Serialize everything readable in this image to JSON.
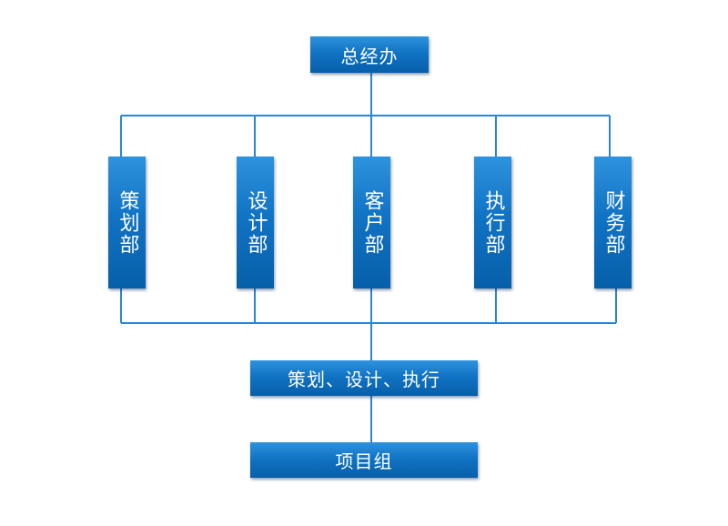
{
  "chart": {
    "top": "总经办",
    "departments": [
      "策划部",
      "设计部",
      "客户部",
      "执行部",
      "财务部"
    ],
    "combined": "策划、设计、执行",
    "bottom": "项目组"
  },
  "colors": {
    "box_top": "#2e93de",
    "box_bottom": "#075fa9",
    "line": "#2a86d3"
  }
}
